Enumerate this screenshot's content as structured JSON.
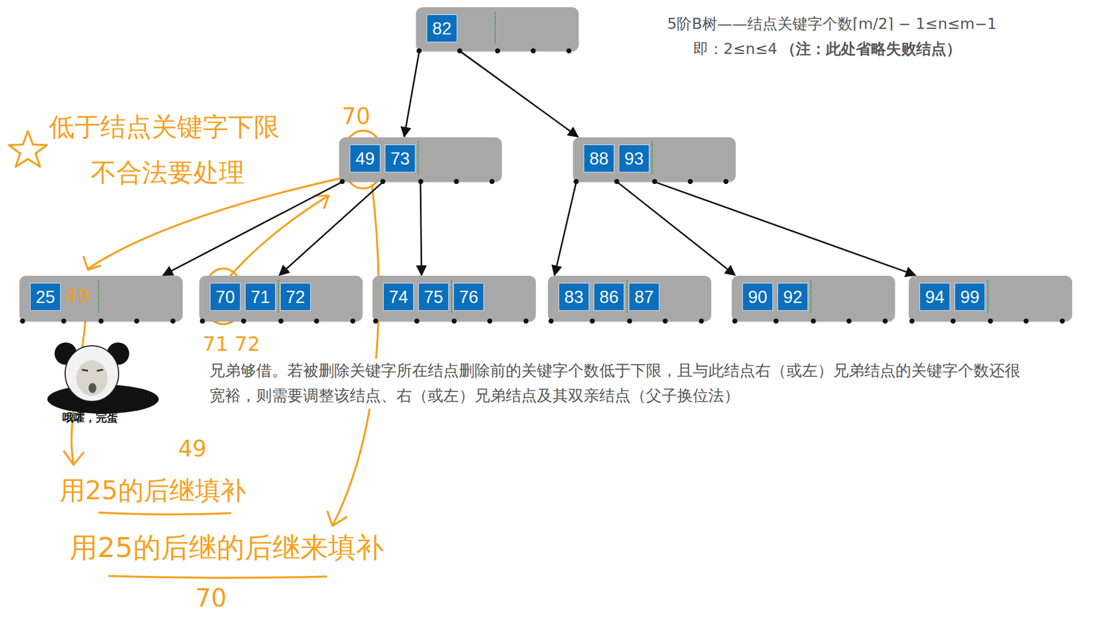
{
  "diagram": {
    "nodes": [
      {
        "text": [
          "82"
        ]
      },
      {
        "text": [
          "49",
          "73"
        ]
      },
      {
        "text": [
          "88",
          "93"
        ]
      },
      {
        "text": [
          "25"
        ]
      },
      {
        "text": [
          "70",
          "71",
          "72"
        ]
      },
      {
        "text": [
          "74",
          "75",
          "76"
        ]
      },
      {
        "text": [
          "83",
          "86",
          "87"
        ]
      },
      {
        "text": [
          "90",
          "92"
        ]
      },
      {
        "text": [
          "94",
          "99"
        ]
      }
    ],
    "edges": [
      {
        "from": 0,
        "to": 1,
        "arrow": "to"
      },
      {
        "from": 0,
        "to": 2,
        "arrow": "to"
      },
      {
        "from": 1,
        "to": 3,
        "arrow": "to"
      },
      {
        "from": 1,
        "to": 4,
        "arrow": "to"
      },
      {
        "from": 1,
        "to": 5,
        "arrow": "to"
      },
      {
        "from": 2,
        "to": 6,
        "arrow": "to"
      },
      {
        "from": 2,
        "to": 7,
        "arrow": "to"
      },
      {
        "from": 2,
        "to": 8,
        "arrow": "to"
      }
    ],
    "labels": [
      "5阶B树——结点关键字个数⌈m/2⌉ − 1≤n≤m−1",
      "即：2≤n≤4",
      "（注：此处省略失败结点）",
      "低于结点关键字下限",
      "不合法要处理",
      "70",
      "49",
      "71 72",
      "哦嚯，完蛋",
      "兄弟够借。若被删除关键字所在结点删除前的关键字个数低于下限，且与此结点右（或左）兄弟结点的关键字个数还很宽裕，则需要调整该结点、右（或左）兄弟结点及其双亲结点（父子换位法）",
      "49",
      "用25的后继填补",
      "用25的后继的后继来填补",
      "70"
    ]
  }
}
